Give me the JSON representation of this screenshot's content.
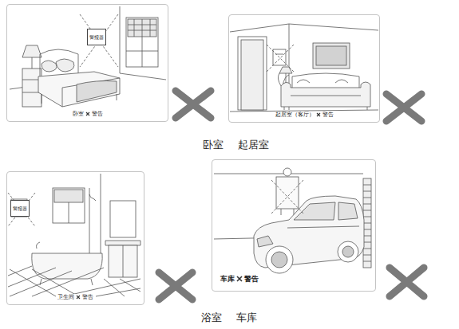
{
  "diagram": {
    "nodes": [
      {
        "text": [
          "卧室",
          "警告"
        ]
      },
      {
        "text": [
          "警报器"
        ],
        "in": 0
      },
      {
        "text": [
          "起居室（客厅）",
          "警告"
        ]
      },
      {
        "text": [
          "卫生间",
          "警告"
        ]
      },
      {
        "text": [
          "警报器"
        ],
        "in": 3
      },
      {
        "text": [
          "车库",
          "警告"
        ]
      }
    ],
    "labels": [
      "卧室",
      "起居室",
      "浴室",
      "车库"
    ]
  }
}
